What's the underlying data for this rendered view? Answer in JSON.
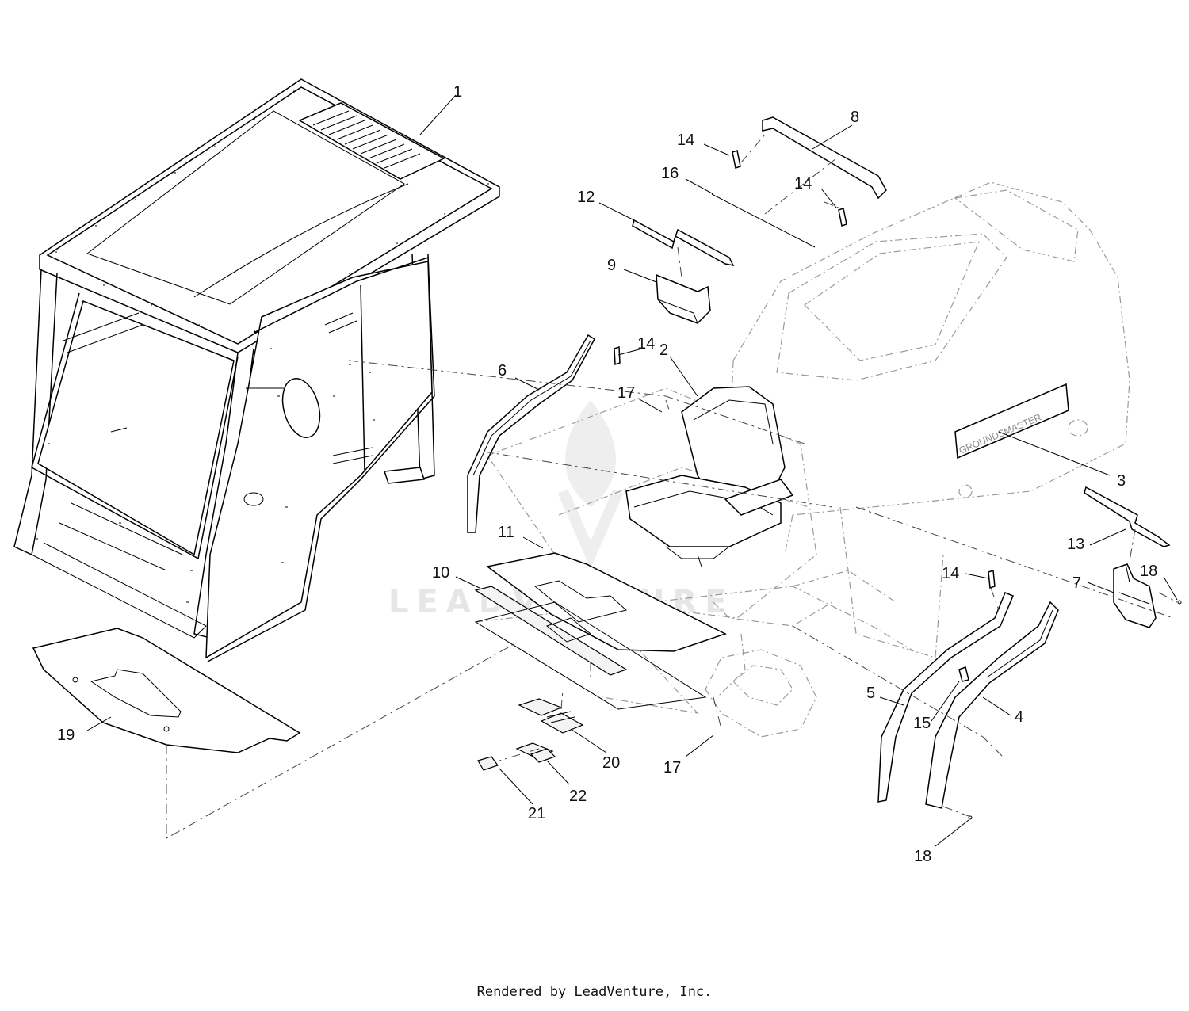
{
  "callouts": {
    "c1": "1",
    "c2": "2",
    "c3": "3",
    "c4": "4",
    "c5": "5",
    "c6": "6",
    "c7": "7",
    "c8": "8",
    "c9": "9",
    "c10": "10",
    "c11": "11",
    "c12": "12",
    "c13": "13",
    "c14a": "14",
    "c14b": "14",
    "c14c": "14",
    "c14d": "14",
    "c15": "15",
    "c16": "16",
    "c17a": "17",
    "c17b": "17",
    "c18a": "18",
    "c18b": "18",
    "c19": "19",
    "c20": "20",
    "c21": "21",
    "c22": "22"
  },
  "hood_badge": "GROUNDSMASTER",
  "watermark": "LEADVENTURE",
  "footer": "Rendered by LeadVenture, Inc."
}
